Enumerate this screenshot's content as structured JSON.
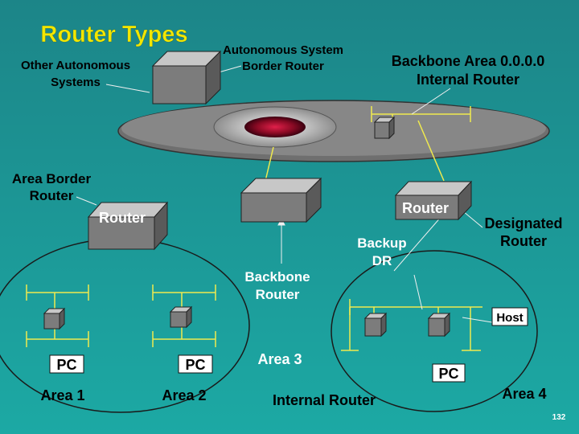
{
  "slide": {
    "title": "Router Types",
    "page_number": "132",
    "colors": {
      "background_top": "#1e8a8c",
      "background_bottom": "#1aa7a3",
      "title": "#f2e600",
      "backbone_disk": "#7d7d7d",
      "backbone_core": "#8a0a24",
      "links": "#f0ea4e",
      "device_dark": "#7a7a7a",
      "device_light": "#b9b9b9"
    }
  },
  "labels": {
    "other_as_line1": "Other Autonomous",
    "other_as_line2": "Systems",
    "asbr_line1": "Autonomous System",
    "asbr_line2": "Border Router",
    "backbone_area_line1": "Backbone Area 0.0.0.0",
    "backbone_area_line2": "Internal Router",
    "abr_line1": "Area Border",
    "abr_line2": "Router",
    "router_left": "Router",
    "router_right": "Router",
    "designated_line1": "Designated",
    "designated_line2": "Router",
    "backup_line1": "Backup",
    "backup_line2": "DR",
    "backbone_router_line1": "Backbone",
    "backbone_router_line2": "Router",
    "host": "Host",
    "pc1": "PC",
    "pc2": "PC",
    "pc4": "PC",
    "area1": "Area 1",
    "area2": "Area 2",
    "area3": "Area 3",
    "area4": "Area 4",
    "internal_router": "Internal Router"
  }
}
